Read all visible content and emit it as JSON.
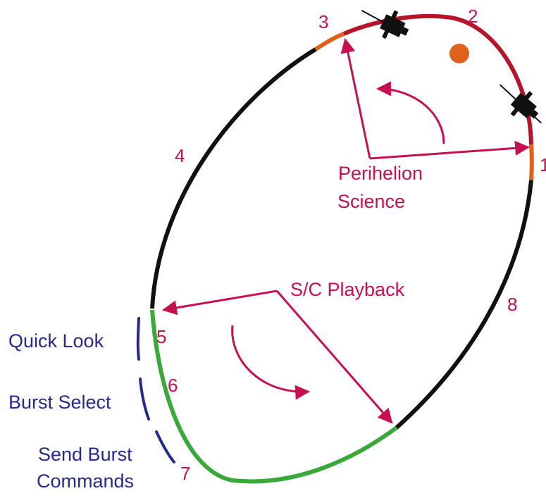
{
  "colors": {
    "perihelion_segment": "#b5142a",
    "transition_segment": "#e0611b",
    "cruise_segment": "#111111",
    "playback_segment": "#3aa83a",
    "annotation": "#c8104f",
    "ground_labels": "#262a8c",
    "sun": "#e0611b",
    "spacecraft": "#111111"
  },
  "segments": {
    "s1": "1",
    "s2": "2",
    "s3": "3",
    "s4": "4",
    "s5": "5",
    "s6": "6",
    "s7": "7",
    "s8": "8"
  },
  "labels": {
    "perihelion_line1": "Perihelion",
    "perihelion_line2": "Science",
    "playback": "S/C Playback"
  },
  "ground_activities": {
    "quick_look": "Quick Look",
    "burst_select": "Burst Select",
    "send_burst_line1": "Send Burst",
    "send_burst_line2": "Commands"
  },
  "icons": {
    "sun": "sun-dot",
    "spacecraft": "spacecraft-icon"
  }
}
